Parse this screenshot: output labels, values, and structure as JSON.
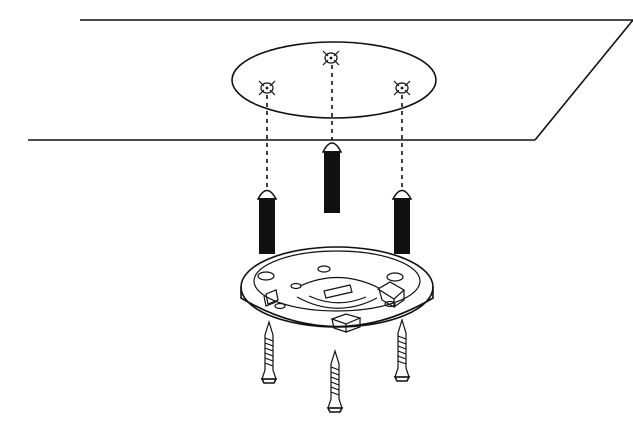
{
  "diagram": {
    "description_visible_text": "",
    "colors": {
      "ink": "#111111",
      "paper": "#ffffff"
    },
    "parts": {
      "ceiling": "ceiling-plane",
      "template_marks": [
        "hole-mark-left",
        "hole-mark-center",
        "hole-mark-right"
      ],
      "anchors": [
        "wall-anchor-left",
        "wall-anchor-center",
        "wall-anchor-right"
      ],
      "base": "mounting-base",
      "screws": [
        "screw-left",
        "screw-center",
        "screw-right"
      ]
    }
  }
}
